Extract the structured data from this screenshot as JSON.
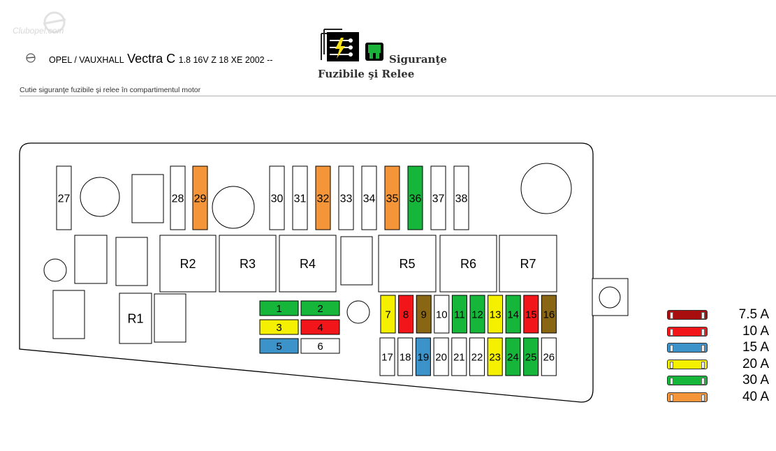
{
  "header": {
    "watermark_text": "Clubopel.com",
    "brand": "OPEL / VAUXHALL",
    "model": "Vectra C",
    "engine": "1.8 16V Z 18 XE 2002 --",
    "subtitle": "Cutie siguranţe fuzibile şi relee în compartimentul motor",
    "category_title": "Siguranţe",
    "category_subtitle": "Fuzibile şi Relee",
    "icons": [
      "opel-logo-icon",
      "wiring-category-icon",
      "fuse-category-icon"
    ]
  },
  "colors": {
    "orange": "#f4953a",
    "green": "#15b63a",
    "yellow": "#f4f000",
    "red": "#f2161a",
    "blue": "#3b93c9",
    "brown": "#886614",
    "darkred": "#a80e0e",
    "white": "#ffffff"
  },
  "fuses_top_row": [
    {
      "label": "27",
      "color": "white"
    },
    {
      "label": "28",
      "color": "white"
    },
    {
      "label": "29",
      "color": "orange"
    },
    {
      "label": "30",
      "color": "white"
    },
    {
      "label": "31",
      "color": "white"
    },
    {
      "label": "32",
      "color": "orange"
    },
    {
      "label": "33",
      "color": "white"
    },
    {
      "label": "34",
      "color": "white"
    },
    {
      "label": "35",
      "color": "orange"
    },
    {
      "label": "36",
      "color": "green"
    },
    {
      "label": "37",
      "color": "white"
    },
    {
      "label": "38",
      "color": "white"
    }
  ],
  "relays": [
    "R1",
    "R2",
    "R3",
    "R4",
    "R5",
    "R6",
    "R7"
  ],
  "fuses_block_small": [
    {
      "label": "1",
      "color": "green"
    },
    {
      "label": "2",
      "color": "green"
    },
    {
      "label": "3",
      "color": "yellow"
    },
    {
      "label": "4",
      "color": "red"
    },
    {
      "label": "5",
      "color": "blue"
    },
    {
      "label": "6",
      "color": "white"
    }
  ],
  "fuses_row_upper": [
    {
      "label": "7",
      "color": "yellow"
    },
    {
      "label": "8",
      "color": "red"
    },
    {
      "label": "9",
      "color": "brown"
    },
    {
      "label": "10",
      "color": "white"
    },
    {
      "label": "11",
      "color": "green"
    },
    {
      "label": "12",
      "color": "green"
    },
    {
      "label": "13",
      "color": "yellow"
    },
    {
      "label": "14",
      "color": "green"
    },
    {
      "label": "15",
      "color": "red"
    },
    {
      "label": "16",
      "color": "brown"
    }
  ],
  "fuses_row_lower": [
    {
      "label": "17",
      "color": "white"
    },
    {
      "label": "18",
      "color": "white"
    },
    {
      "label": "19",
      "color": "blue"
    },
    {
      "label": "20",
      "color": "white"
    },
    {
      "label": "21",
      "color": "white"
    },
    {
      "label": "22",
      "color": "white"
    },
    {
      "label": "23",
      "color": "yellow"
    },
    {
      "label": "24",
      "color": "green"
    },
    {
      "label": "25",
      "color": "green"
    },
    {
      "label": "26",
      "color": "white"
    }
  ],
  "legend": [
    {
      "label": "7.5 A",
      "color": "darkred"
    },
    {
      "label": "10 A",
      "color": "red"
    },
    {
      "label": "15 A",
      "color": "blue"
    },
    {
      "label": "20 A",
      "color": "yellow"
    },
    {
      "label": "30 A",
      "color": "green"
    },
    {
      "label": "40 A",
      "color": "orange"
    }
  ]
}
